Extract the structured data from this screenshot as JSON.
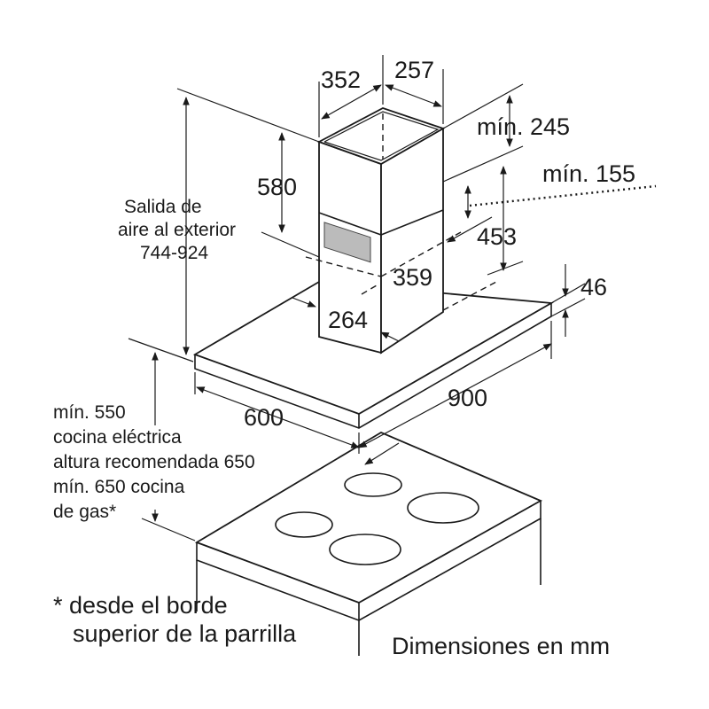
{
  "dimensions": {
    "chimney_depth": "352",
    "chimney_width": "257",
    "min_top": "mín. 245",
    "min_lower": "mín. 155",
    "chimney_upper_height": "580",
    "lower_section_height": "453",
    "duct_width": "359",
    "duct_depth": "264",
    "canopy_thickness": "46",
    "canopy_width": "900",
    "canopy_depth": "600"
  },
  "labels": {
    "air_outlet_line1": "Salida de",
    "air_outlet_line2": "aire al exterior",
    "air_outlet_range": "744-924",
    "height_line1": "mín. 550",
    "height_line2": "cocina eléctrica",
    "height_line3": "altura recomendada 650",
    "height_line4": "mín. 650 cocina",
    "height_line5": "de gas*",
    "footnote_line1": "* desde el borde",
    "footnote_line2": "superior de la parrilla",
    "units_note": "Dimensiones en mm"
  }
}
